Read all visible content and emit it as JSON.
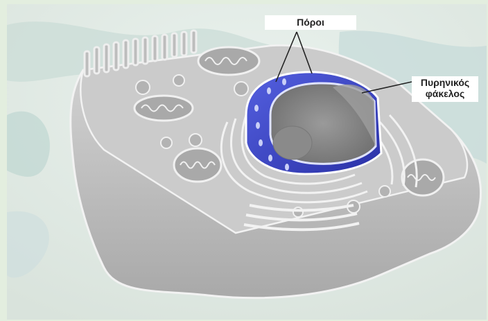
{
  "labels": {
    "pores": "Πόροι",
    "nuclear_envelope_line1": "Πυρηνικός",
    "nuclear_envelope_line2": "φάκελος"
  },
  "colors": {
    "background": "#e3eedf",
    "nuclear_envelope": "#3b47c9",
    "cell_body": "#bdbdbd"
  }
}
